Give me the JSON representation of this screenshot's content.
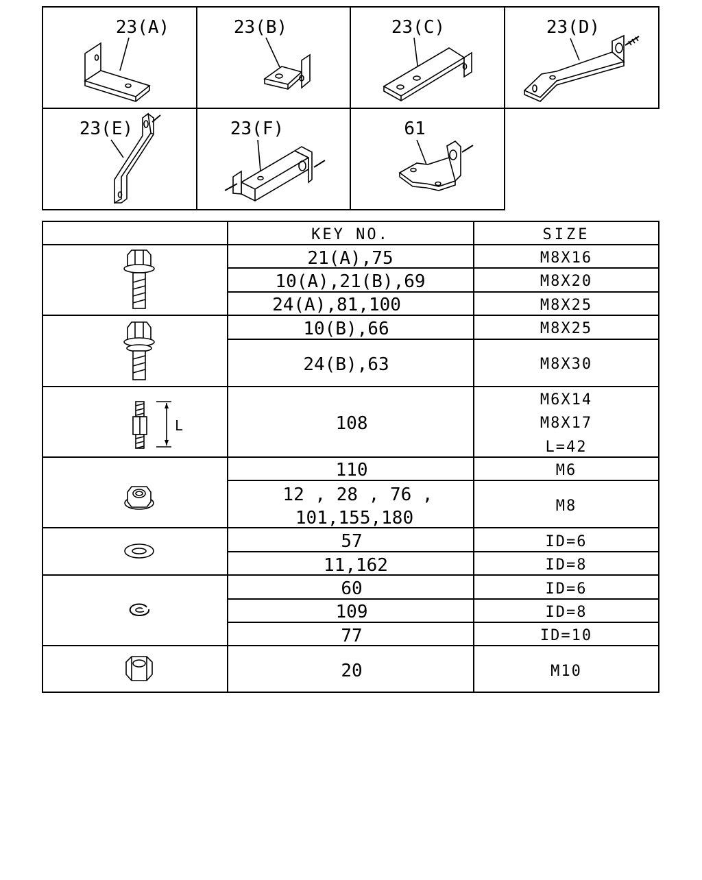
{
  "brackets": [
    {
      "key": "23(A)"
    },
    {
      "key": "23(B)"
    },
    {
      "key": "23(C)"
    },
    {
      "key": "23(D)"
    },
    {
      "key": "23(E)"
    },
    {
      "key": "23(F)"
    },
    {
      "key": "61"
    }
  ],
  "table": {
    "header_key": "KEY NO.",
    "header_size": "SIZE",
    "stud_dimension_label": "L",
    "rows": [
      {
        "key": "21(A),75",
        "size": "M8X16"
      },
      {
        "key": "10(A),21(B),69",
        "size": "M8X20"
      },
      {
        "key": "24(A),81,100",
        "size": "M8X25"
      },
      {
        "key": "10(B),66",
        "size": "M8X25"
      },
      {
        "key": "24(B),63",
        "size": "M8X30"
      },
      {
        "key": "108",
        "size_lines": [
          "M6X14",
          "M8X17",
          "L=42"
        ]
      },
      {
        "key": "110",
        "size": "M6"
      },
      {
        "key_lines": [
          "12 , 28 , 76 ,",
          "101,155,180"
        ],
        "size": "M8"
      },
      {
        "key": "57",
        "size": "ID=6"
      },
      {
        "key": "11,162",
        "size": "ID=8"
      },
      {
        "key": "60",
        "size": "ID=6"
      },
      {
        "key": "109",
        "size": "ID=8"
      },
      {
        "key": "77",
        "size": "ID=10"
      },
      {
        "key": "20",
        "size": "M10"
      }
    ]
  }
}
